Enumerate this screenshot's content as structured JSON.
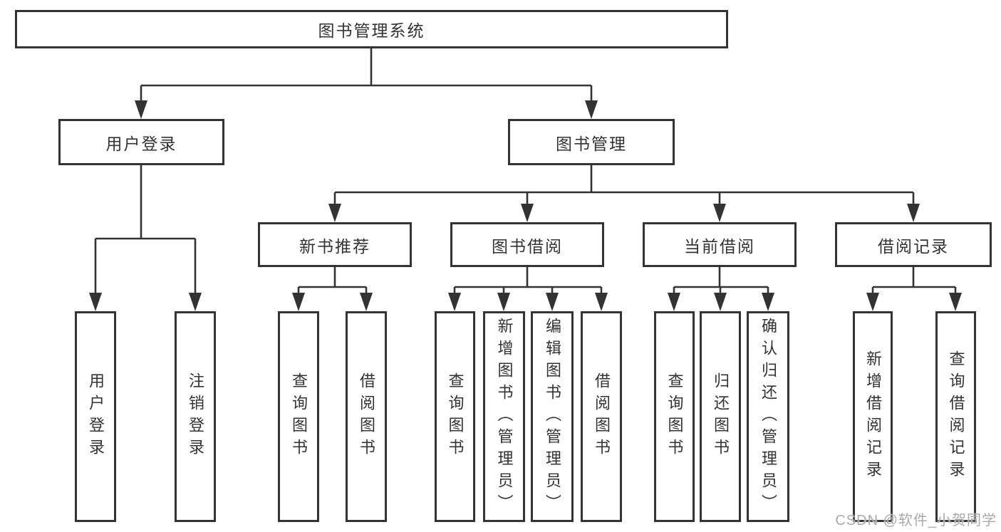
{
  "diagram": {
    "title": "图书管理系统",
    "level2": [
      "用户登录",
      "图书管理"
    ],
    "level3": [
      "新书推荐",
      "图书借阅",
      "当前借阅",
      "借阅记录"
    ],
    "leaves": [
      "用户登录",
      "注销登录",
      "查询图书",
      "借阅图书",
      "查询图书",
      "新增图书（管理员）",
      "编辑图书（管理员）",
      "借阅图书",
      "查询图书",
      "归还图书",
      "确认归还（管理员）",
      "新增借阅记录",
      "查询借阅记录"
    ]
  },
  "watermark": {
    "text": "CSDN @软件_小贺同学"
  },
  "colors": {
    "line": "#333333",
    "text": "#333333",
    "watermark": "#a9a9a9",
    "background": "#ffffff"
  }
}
